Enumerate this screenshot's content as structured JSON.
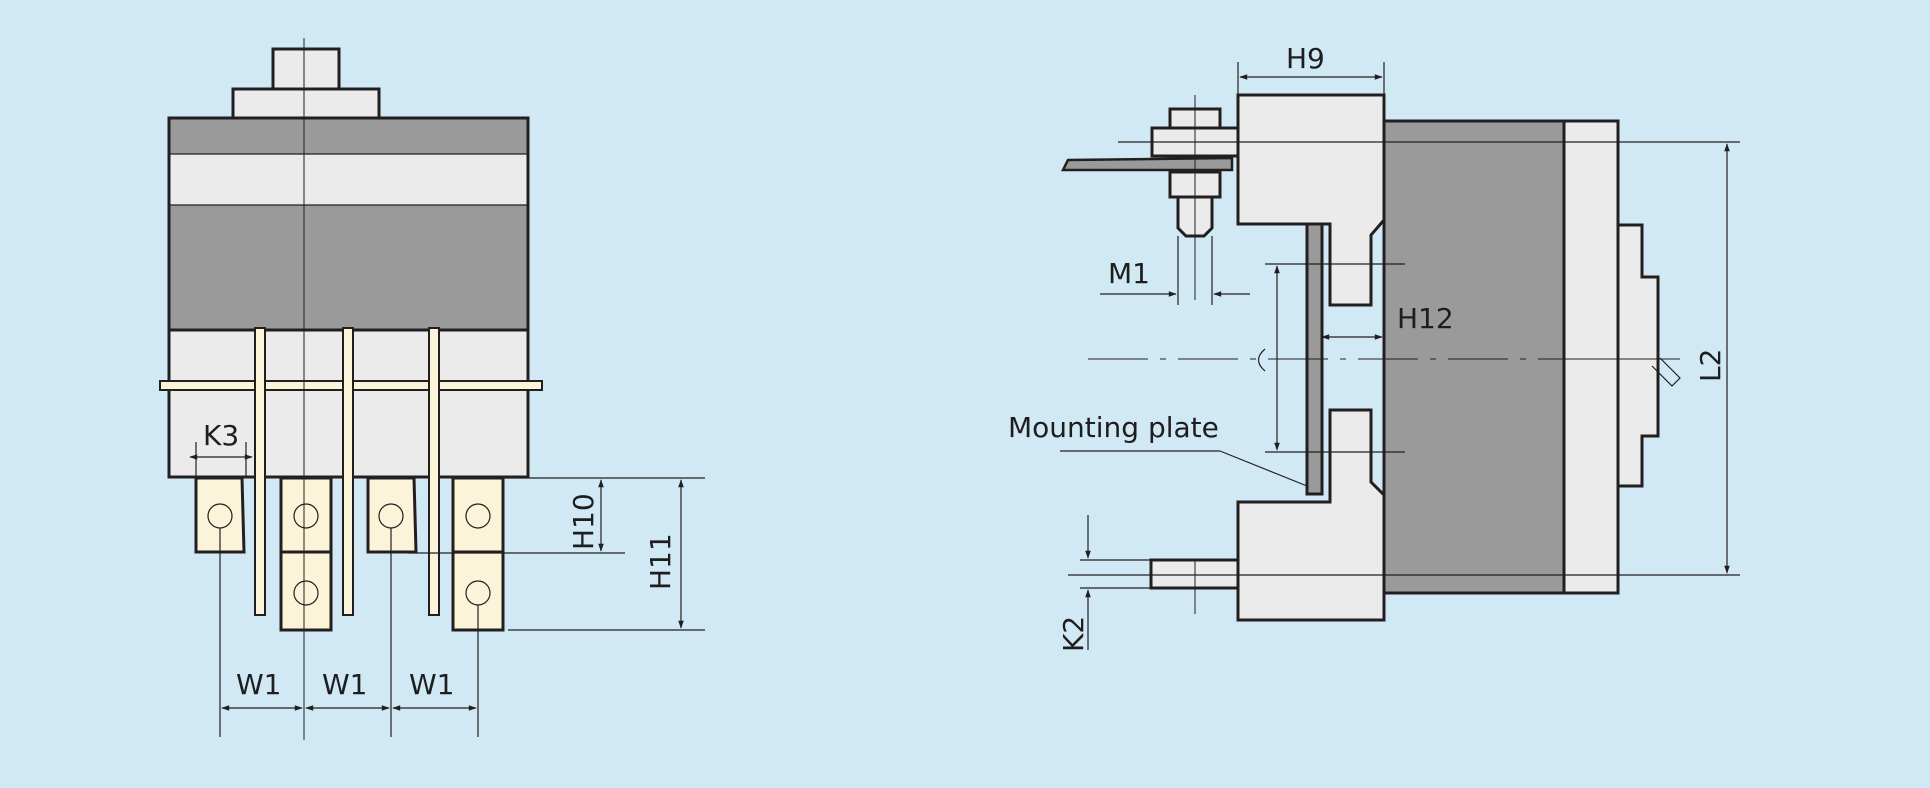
{
  "labels": {
    "k3": "K3",
    "h10": "H10",
    "h11": "H11",
    "w1_a": "W1",
    "w1_b": "W1",
    "w1_c": "W1",
    "h9": "H9",
    "m1": "M1",
    "h12": "H12",
    "l2": "L2",
    "k2": "K2",
    "mounting_plate": "Mounting plate"
  },
  "colors": {
    "background": "#d1e8f5",
    "body_light": "#ebebeb",
    "body_dark": "#9a9a9a",
    "terminal": "#fcf4d9",
    "outline": "#231f20"
  }
}
